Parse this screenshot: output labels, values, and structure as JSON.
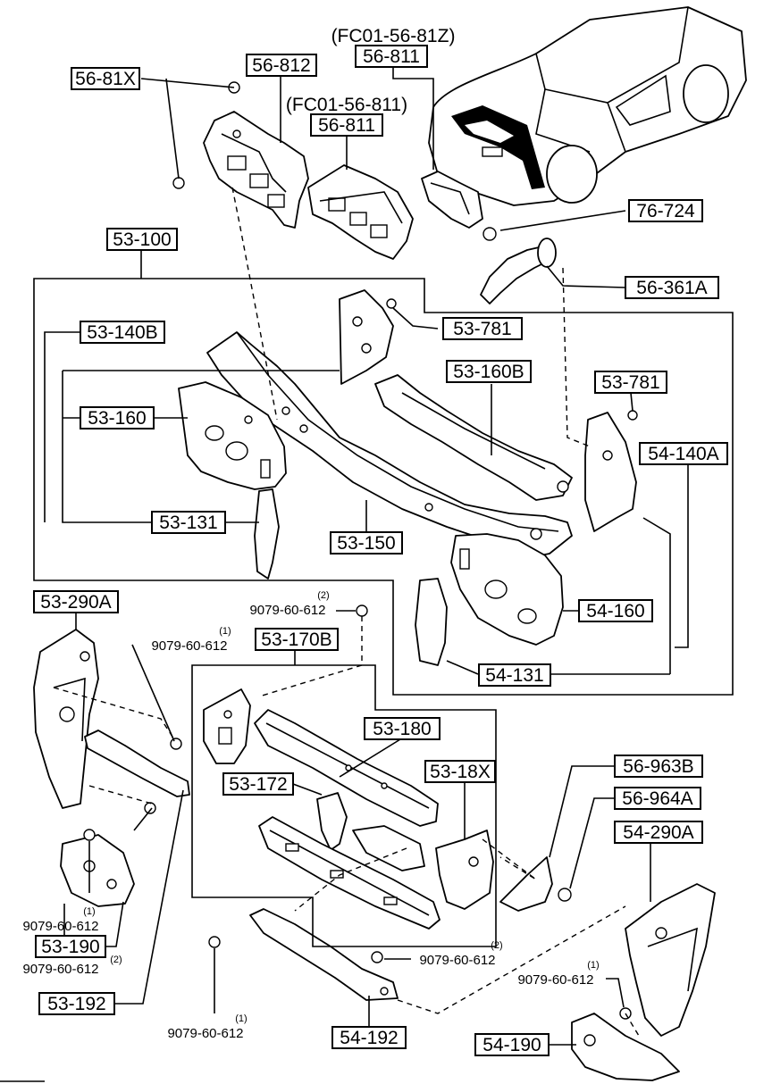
{
  "labels": {
    "fc01_56_81z": "(FC01-56-81Z)",
    "p56_811_top": "56-811",
    "p56_812": "56-812",
    "p56_81x": "56-81X",
    "fc01_56_811": "(FC01-56-811)",
    "p56_811_mid": "56-811",
    "p76_724": "76-724",
    "p53_100": "53-100",
    "p56_361a": "56-361A",
    "p53_781_a": "53-781",
    "p53_140b": "53-140B",
    "p53_160b": "53-160B",
    "p53_781_b": "53-781",
    "p53_160": "53-160",
    "p54_140a": "54-140A",
    "p53_131": "53-131",
    "p53_150": "53-150",
    "p53_290a": "53-290A",
    "p54_160": "54-160",
    "bolt_top": "9079-60-612",
    "bolt_top_sup": "(2)",
    "p53_170b": "53-170B",
    "bolt_left": "9079-60-612",
    "bolt_left_sup": "(1)",
    "p54_131": "54-131",
    "p53_180": "53-180",
    "p53_18x": "53-18X",
    "p56_963b": "56-963B",
    "p53_172": "53-172",
    "p56_964a": "56-964A",
    "p54_290a": "54-290A",
    "bolt_190_sup": "(1)",
    "bolt_190": "9079-60-612",
    "p53_190": "53-190",
    "bolt_190b_sup": "(2)",
    "bolt_190b": "9079-60-612",
    "bolt_bottom_mid_sup": "(2)",
    "bolt_bottom_mid": "9079-60-612",
    "bolt_right_sup": "(1)",
    "bolt_right": "9079-60-612",
    "p53_192": "53-192",
    "bolt_bottom_left_sup": "(1)",
    "bolt_bottom_left": "9079-60-612",
    "p54_192": "54-192",
    "p54_190": "54-190"
  }
}
